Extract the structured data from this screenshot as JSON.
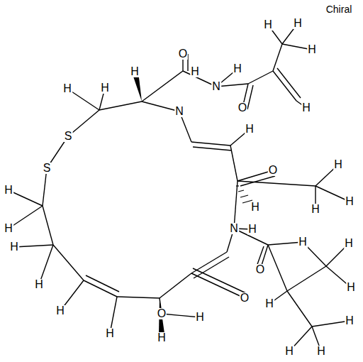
{
  "diagram": {
    "labels": [
      "Chiral",
      "O",
      "H",
      "H",
      "N",
      "N",
      "H",
      "H",
      "H",
      "S",
      "S",
      "H",
      "H",
      "H",
      "H",
      "H",
      "H",
      "H",
      "O",
      "H",
      "O",
      "O",
      "H",
      "H",
      "H",
      "H",
      "H",
      "H",
      "H",
      "N",
      "H",
      "H",
      "O",
      "O",
      "H",
      "H",
      "H",
      "H",
      "H",
      "H",
      "H",
      "H"
    ]
  }
}
